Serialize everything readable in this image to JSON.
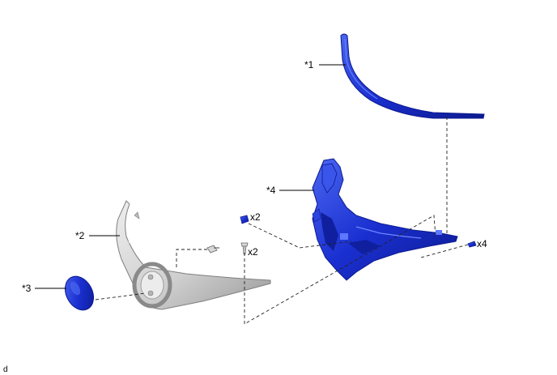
{
  "callouts": {
    "c1": "*1",
    "c2": "*2",
    "c3": "*3",
    "c4": "*4"
  },
  "quantities": {
    "q_clip_upper": "x2",
    "q_clip_lower": "x2",
    "q_clip_right": "x4"
  },
  "footnote": "d",
  "colors": {
    "part_blue": "#1a2fd0",
    "part_blue_dark": "#0c1a8f",
    "part_blue_light": "#4a66f0",
    "part_silver": "#c8c8c8",
    "part_silver_light": "#eeeeee",
    "part_silver_dark": "#8e8e8e"
  }
}
